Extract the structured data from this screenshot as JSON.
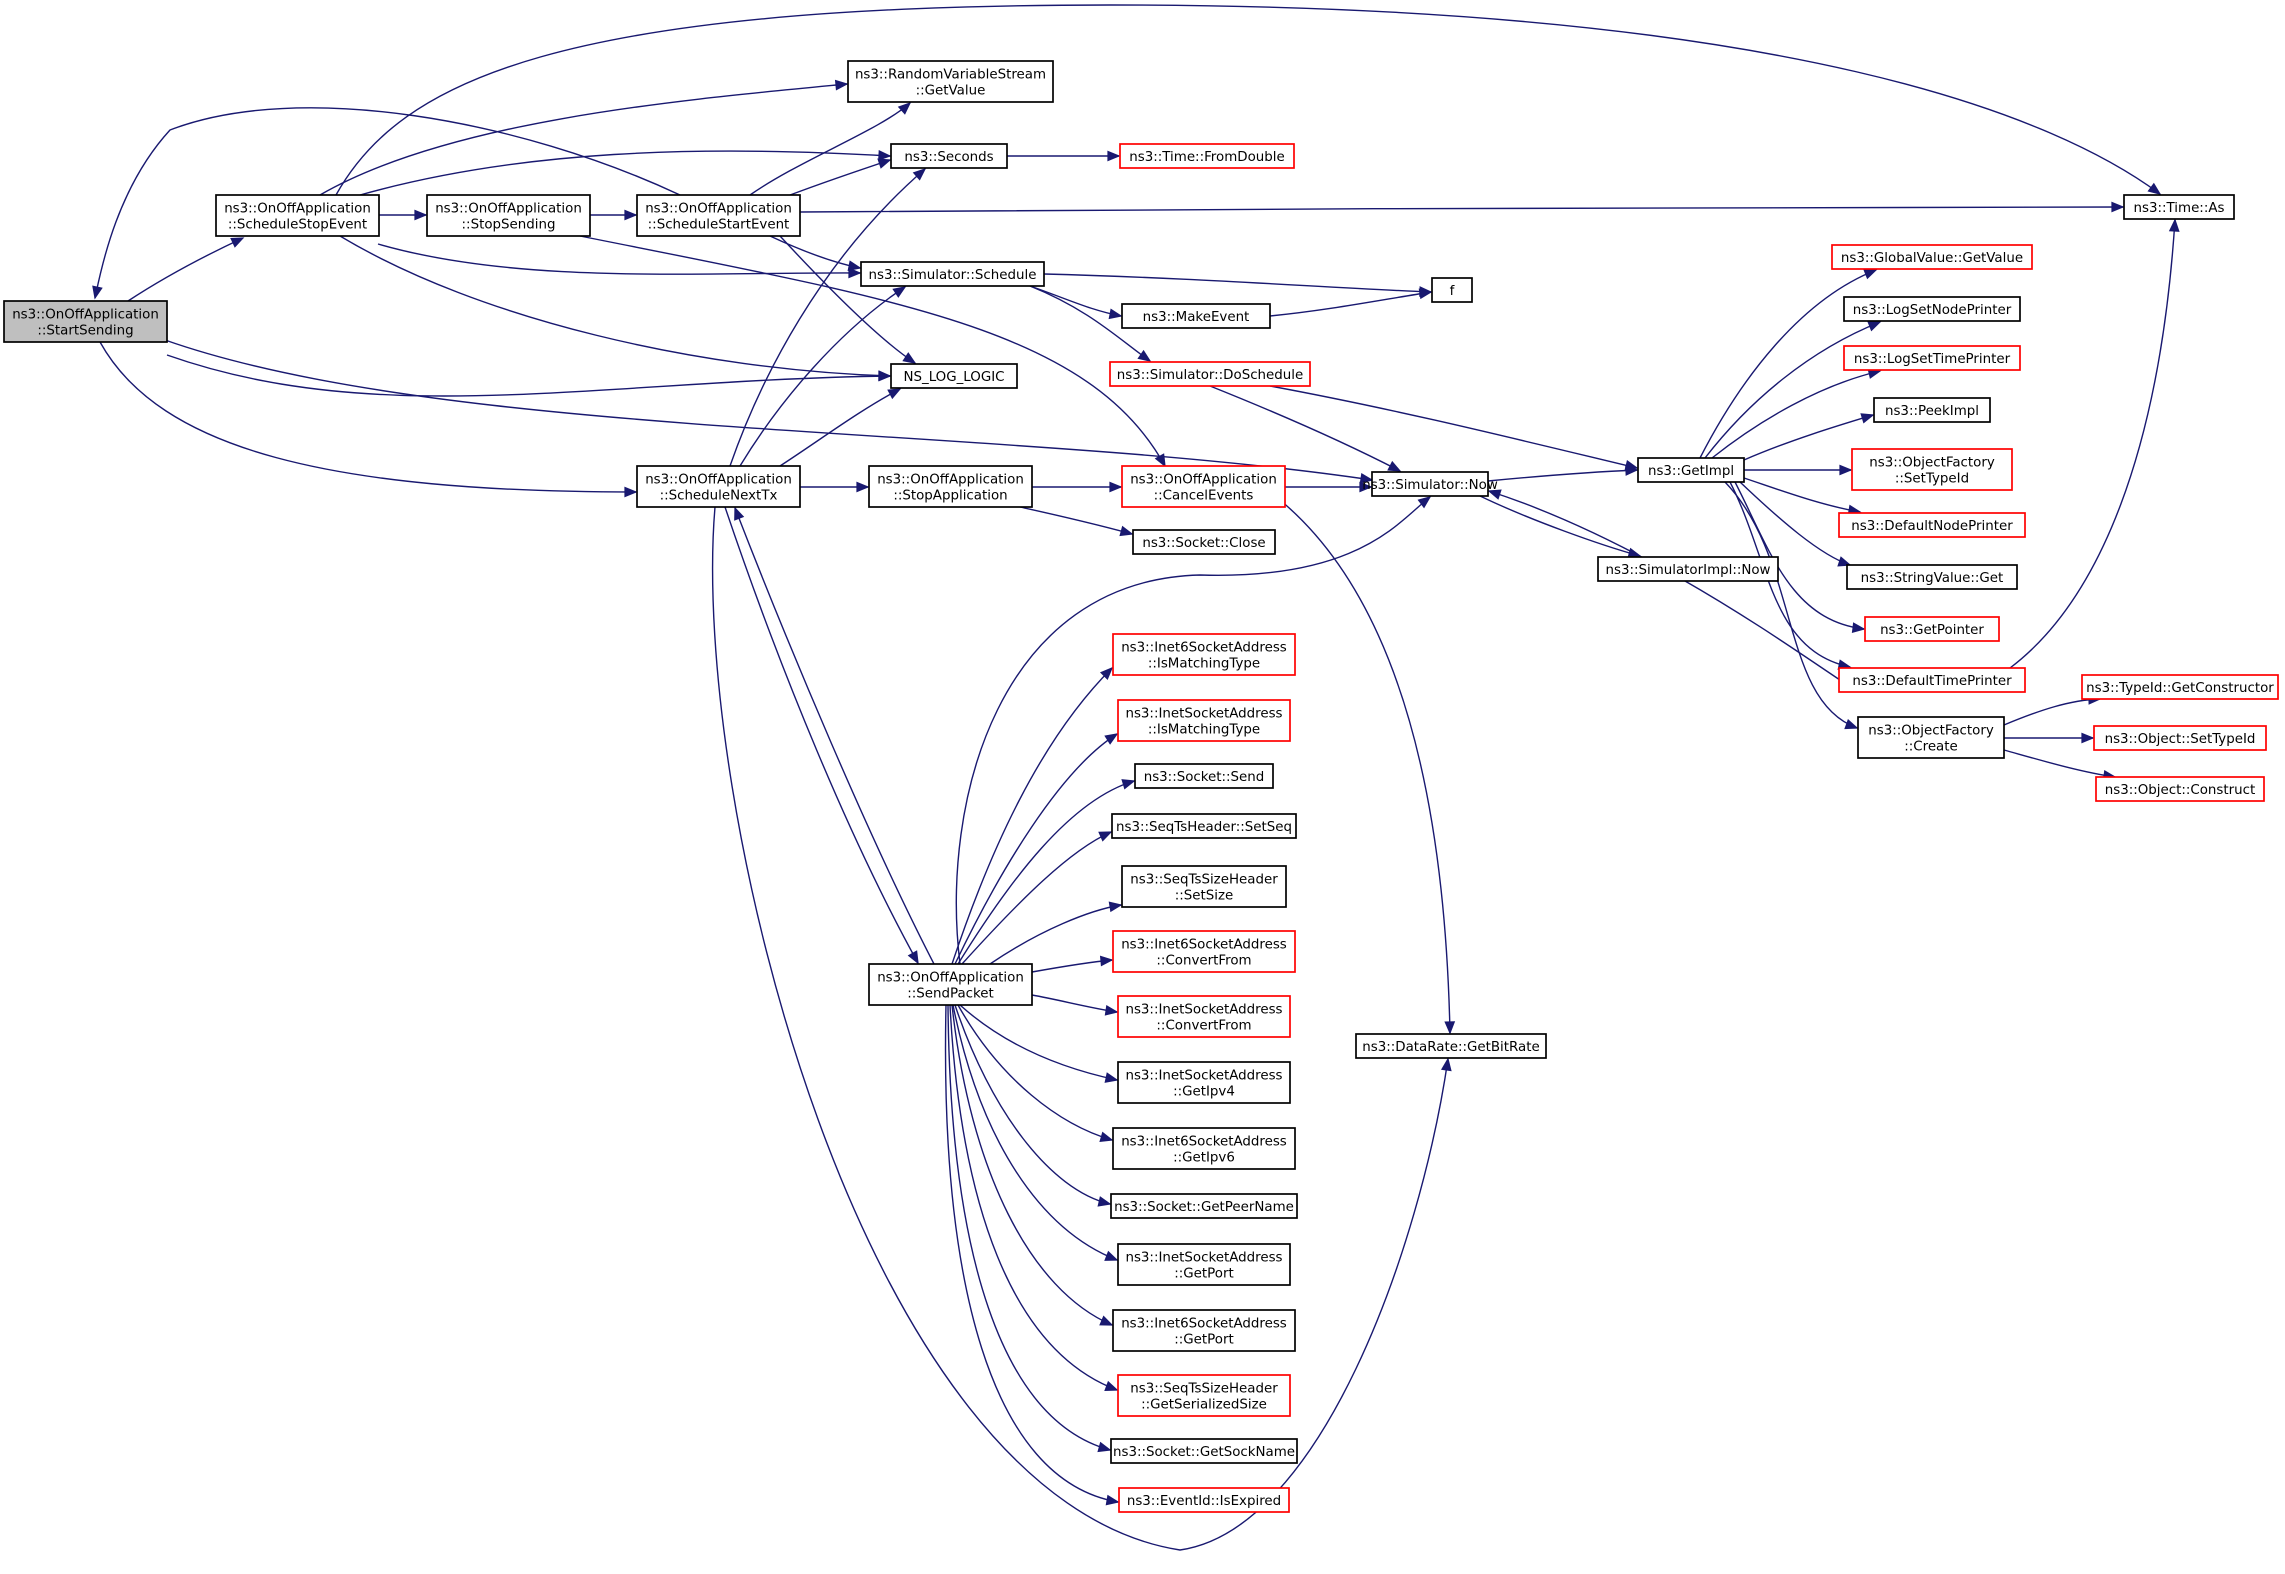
{
  "style": {
    "edge_color": "#191970",
    "border_normal": "#000000",
    "border_truncated": "#ff0000",
    "fill_root": "#bfbfbf",
    "fill_normal": "#ffffff"
  },
  "nodes": [
    {
      "id": "n0",
      "lines": [
        "ns3::OnOffApplication",
        "::StartSending"
      ],
      "kind": "root"
    },
    {
      "id": "n1",
      "lines": [
        "ns3::OnOffApplication",
        "::ScheduleStopEvent"
      ],
      "kind": "normal"
    },
    {
      "id": "n2",
      "lines": [
        "ns3::OnOffApplication",
        "::ScheduleNextTx"
      ],
      "kind": "normal"
    },
    {
      "id": "n3",
      "lines": [
        "ns3::Time::As"
      ],
      "kind": "normal"
    },
    {
      "id": "n4",
      "lines": [
        "ns3::RandomVariableStream",
        "::GetValue"
      ],
      "kind": "normal"
    },
    {
      "id": "n5",
      "lines": [
        "ns3::Seconds"
      ],
      "kind": "normal"
    },
    {
      "id": "n6",
      "lines": [
        "ns3::OnOffApplication",
        "::StopSending"
      ],
      "kind": "normal"
    },
    {
      "id": "n7",
      "lines": [
        "ns3::OnOffApplication",
        "::ScheduleStartEvent"
      ],
      "kind": "normal"
    },
    {
      "id": "n8",
      "lines": [
        "ns3::Simulator::Schedule"
      ],
      "kind": "normal"
    },
    {
      "id": "n9",
      "lines": [
        "NS_LOG_LOGIC"
      ],
      "kind": "normal"
    },
    {
      "id": "n10",
      "lines": [
        "ns3::Simulator::Now"
      ],
      "kind": "normal"
    },
    {
      "id": "n11",
      "lines": [
        "ns3::Time::FromDouble"
      ],
      "kind": "truncated"
    },
    {
      "id": "n12",
      "lines": [
        "f"
      ],
      "kind": "normal"
    },
    {
      "id": "n13",
      "lines": [
        "ns3::MakeEvent"
      ],
      "kind": "normal"
    },
    {
      "id": "n14",
      "lines": [
        "ns3::Simulator::DoSchedule"
      ],
      "kind": "truncated"
    },
    {
      "id": "n15",
      "lines": [
        "ns3::OnOffApplication",
        "::StopApplication"
      ],
      "kind": "normal"
    },
    {
      "id": "n16",
      "lines": [
        "ns3::OnOffApplication",
        "::CancelEvents"
      ],
      "kind": "truncated"
    },
    {
      "id": "n17",
      "lines": [
        "ns3::Socket::Close"
      ],
      "kind": "normal"
    },
    {
      "id": "n18",
      "lines": [
        "ns3::OnOffApplication",
        "::SendPacket"
      ],
      "kind": "normal"
    },
    {
      "id": "n19",
      "lines": [
        "ns3::DataRate::GetBitRate"
      ],
      "kind": "normal"
    },
    {
      "id": "n20",
      "lines": [
        "ns3::GetImpl"
      ],
      "kind": "normal"
    },
    {
      "id": "n21",
      "lines": [
        "ns3::SimulatorImpl::Now"
      ],
      "kind": "normal"
    },
    {
      "id": "n22",
      "lines": [
        "ns3::GlobalValue::GetValue"
      ],
      "kind": "truncated"
    },
    {
      "id": "n23",
      "lines": [
        "ns3::LogSetNodePrinter"
      ],
      "kind": "normal"
    },
    {
      "id": "n24",
      "lines": [
        "ns3::LogSetTimePrinter"
      ],
      "kind": "truncated"
    },
    {
      "id": "n25",
      "lines": [
        "ns3::PeekImpl"
      ],
      "kind": "normal"
    },
    {
      "id": "n26",
      "lines": [
        "ns3::ObjectFactory",
        "::SetTypeId"
      ],
      "kind": "truncated"
    },
    {
      "id": "n27",
      "lines": [
        "ns3::DefaultNodePrinter"
      ],
      "kind": "truncated"
    },
    {
      "id": "n28",
      "lines": [
        "ns3::StringValue::Get"
      ],
      "kind": "normal"
    },
    {
      "id": "n29",
      "lines": [
        "ns3::GetPointer"
      ],
      "kind": "truncated"
    },
    {
      "id": "n30",
      "lines": [
        "ns3::DefaultTimePrinter"
      ],
      "kind": "truncated"
    },
    {
      "id": "n31",
      "lines": [
        "ns3::ObjectFactory",
        "::Create"
      ],
      "kind": "normal"
    },
    {
      "id": "n32",
      "lines": [
        "ns3::TypeId::GetConstructor"
      ],
      "kind": "truncated"
    },
    {
      "id": "n33",
      "lines": [
        "ns3::Object::SetTypeId"
      ],
      "kind": "truncated"
    },
    {
      "id": "n34",
      "lines": [
        "ns3::Object::Construct"
      ],
      "kind": "truncated"
    },
    {
      "id": "n35",
      "lines": [
        "ns3::Inet6SocketAddress",
        "::IsMatchingType"
      ],
      "kind": "truncated"
    },
    {
      "id": "n36",
      "lines": [
        "ns3::InetSocketAddress",
        "::IsMatchingType"
      ],
      "kind": "truncated"
    },
    {
      "id": "n37",
      "lines": [
        "ns3::Socket::Send"
      ],
      "kind": "normal"
    },
    {
      "id": "n38",
      "lines": [
        "ns3::SeqTsHeader::SetSeq"
      ],
      "kind": "normal"
    },
    {
      "id": "n39",
      "lines": [
        "ns3::SeqTsSizeHeader",
        "::SetSize"
      ],
      "kind": "normal"
    },
    {
      "id": "n40",
      "lines": [
        "ns3::Inet6SocketAddress",
        "::ConvertFrom"
      ],
      "kind": "truncated"
    },
    {
      "id": "n41",
      "lines": [
        "ns3::InetSocketAddress",
        "::ConvertFrom"
      ],
      "kind": "truncated"
    },
    {
      "id": "n42",
      "lines": [
        "ns3::InetSocketAddress",
        "::GetIpv4"
      ],
      "kind": "normal"
    },
    {
      "id": "n43",
      "lines": [
        "ns3::Inet6SocketAddress",
        "::GetIpv6"
      ],
      "kind": "normal"
    },
    {
      "id": "n44",
      "lines": [
        "ns3::Socket::GetPeerName"
      ],
      "kind": "normal"
    },
    {
      "id": "n45",
      "lines": [
        "ns3::InetSocketAddress",
        "::GetPort"
      ],
      "kind": "normal"
    },
    {
      "id": "n46",
      "lines": [
        "ns3::Inet6SocketAddress",
        "::GetPort"
      ],
      "kind": "normal"
    },
    {
      "id": "n47",
      "lines": [
        "ns3::SeqTsSizeHeader",
        "::GetSerializedSize"
      ],
      "kind": "truncated"
    },
    {
      "id": "n48",
      "lines": [
        "ns3::Socket::GetSockName"
      ],
      "kind": "normal"
    },
    {
      "id": "n49",
      "lines": [
        "ns3::EventId::IsExpired"
      ],
      "kind": "truncated"
    }
  ],
  "edges": [
    [
      "n0",
      "n1"
    ],
    [
      "n0",
      "n2"
    ],
    [
      "n0",
      "n9"
    ],
    [
      "n0",
      "n10"
    ],
    [
      "n1",
      "n3"
    ],
    [
      "n1",
      "n4"
    ],
    [
      "n1",
      "n5"
    ],
    [
      "n1",
      "n6"
    ],
    [
      "n1",
      "n8"
    ],
    [
      "n1",
      "n9"
    ],
    [
      "n7",
      "n0"
    ],
    [
      "n6",
      "n7"
    ],
    [
      "n6",
      "n16"
    ],
    [
      "n7",
      "n3"
    ],
    [
      "n7",
      "n4"
    ],
    [
      "n7",
      "n5"
    ],
    [
      "n7",
      "n8"
    ],
    [
      "n7",
      "n9"
    ],
    [
      "n2",
      "n5"
    ],
    [
      "n2",
      "n8"
    ],
    [
      "n2",
      "n9"
    ],
    [
      "n2",
      "n15"
    ],
    [
      "n2",
      "n18"
    ],
    [
      "n2",
      "n19"
    ],
    [
      "n18",
      "n2"
    ],
    [
      "n5",
      "n11"
    ],
    [
      "n8",
      "n12"
    ],
    [
      "n8",
      "n13"
    ],
    [
      "n8",
      "n14"
    ],
    [
      "n13",
      "n12"
    ],
    [
      "n14",
      "n10"
    ],
    [
      "n14",
      "n20"
    ],
    [
      "n15",
      "n16"
    ],
    [
      "n15",
      "n17"
    ],
    [
      "n16",
      "n10"
    ],
    [
      "n16",
      "n19"
    ],
    [
      "n10",
      "n20"
    ],
    [
      "n10",
      "n21"
    ],
    [
      "n20",
      "n22"
    ],
    [
      "n20",
      "n23"
    ],
    [
      "n20",
      "n24"
    ],
    [
      "n20",
      "n25"
    ],
    [
      "n20",
      "n26"
    ],
    [
      "n20",
      "n27"
    ],
    [
      "n20",
      "n28"
    ],
    [
      "n20",
      "n29"
    ],
    [
      "n20",
      "n30"
    ],
    [
      "n20",
      "n31"
    ],
    [
      "n30",
      "n10"
    ],
    [
      "n30",
      "n3"
    ],
    [
      "n31",
      "n32"
    ],
    [
      "n31",
      "n33"
    ],
    [
      "n31",
      "n34"
    ],
    [
      "n18",
      "n10"
    ],
    [
      "n18",
      "n35"
    ],
    [
      "n18",
      "n36"
    ],
    [
      "n18",
      "n37"
    ],
    [
      "n18",
      "n38"
    ],
    [
      "n18",
      "n39"
    ],
    [
      "n18",
      "n40"
    ],
    [
      "n18",
      "n41"
    ],
    [
      "n18",
      "n42"
    ],
    [
      "n18",
      "n43"
    ],
    [
      "n18",
      "n44"
    ],
    [
      "n18",
      "n45"
    ],
    [
      "n18",
      "n46"
    ],
    [
      "n18",
      "n47"
    ],
    [
      "n18",
      "n48"
    ],
    [
      "n18",
      "n49"
    ]
  ]
}
